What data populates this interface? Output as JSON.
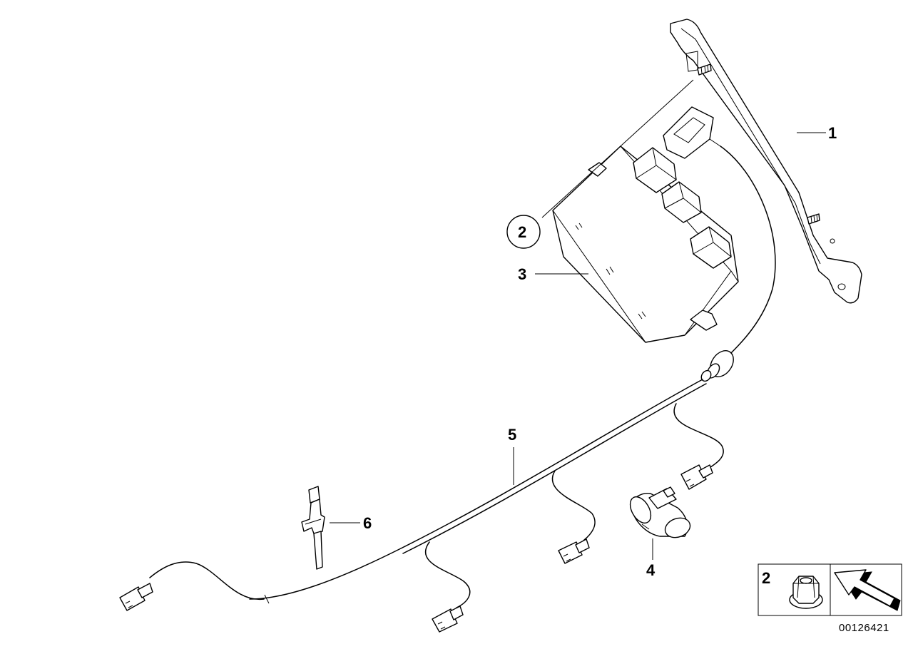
{
  "callouts": {
    "p1": "1",
    "p2": "2",
    "p3": "3",
    "p4": "4",
    "p5": "5",
    "p6": "6"
  },
  "legend": {
    "nut_ref": "2"
  },
  "document_number": "00126421"
}
